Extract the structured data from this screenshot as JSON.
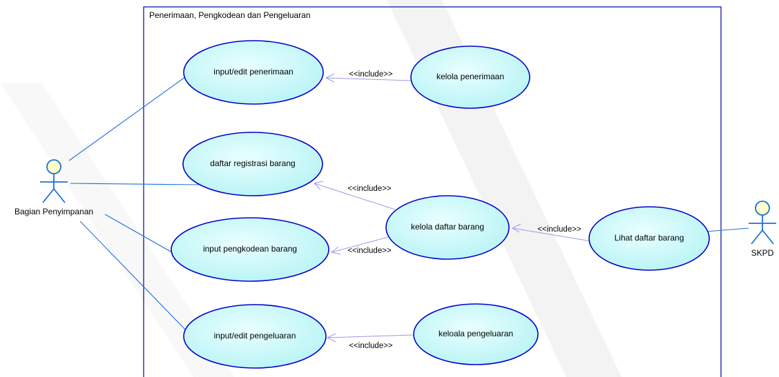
{
  "system": {
    "title": "Penerimaan, Pengkodean dan Pengeluaran"
  },
  "actors": [
    {
      "id": "bagian",
      "name": "Bagian Penyimpanan"
    },
    {
      "id": "skpd",
      "name": "SKPD"
    }
  ],
  "use_cases": [
    {
      "id": "uc_input_penerimaan",
      "name": "input/edit penerimaan"
    },
    {
      "id": "uc_kelola_penerimaan",
      "name": "kelola penerimaan"
    },
    {
      "id": "uc_daftar_registrasi",
      "name": "daftar registrasi barang"
    },
    {
      "id": "uc_kelola_daftar",
      "name": "kelola daftar barang"
    },
    {
      "id": "uc_lihat_daftar",
      "name": "Lihat daftar barang"
    },
    {
      "id": "uc_input_pengkodean",
      "name": "input pengkodean barang"
    },
    {
      "id": "uc_input_pengeluaran",
      "name": "input/edit pengeluaran"
    },
    {
      "id": "uc_keloala_pengeluaran",
      "name": "keloala pengeluaran"
    }
  ],
  "relations": {
    "include_label": "<<include>>"
  },
  "colors": {
    "usecase_fill": "#c4f8f8",
    "usecase_stroke": "#0000cc",
    "actor_head_fill": "#ffffcc",
    "line": "#1c6fd6",
    "include_line": "#9a9ae6",
    "system_border": "#0000a0"
  }
}
